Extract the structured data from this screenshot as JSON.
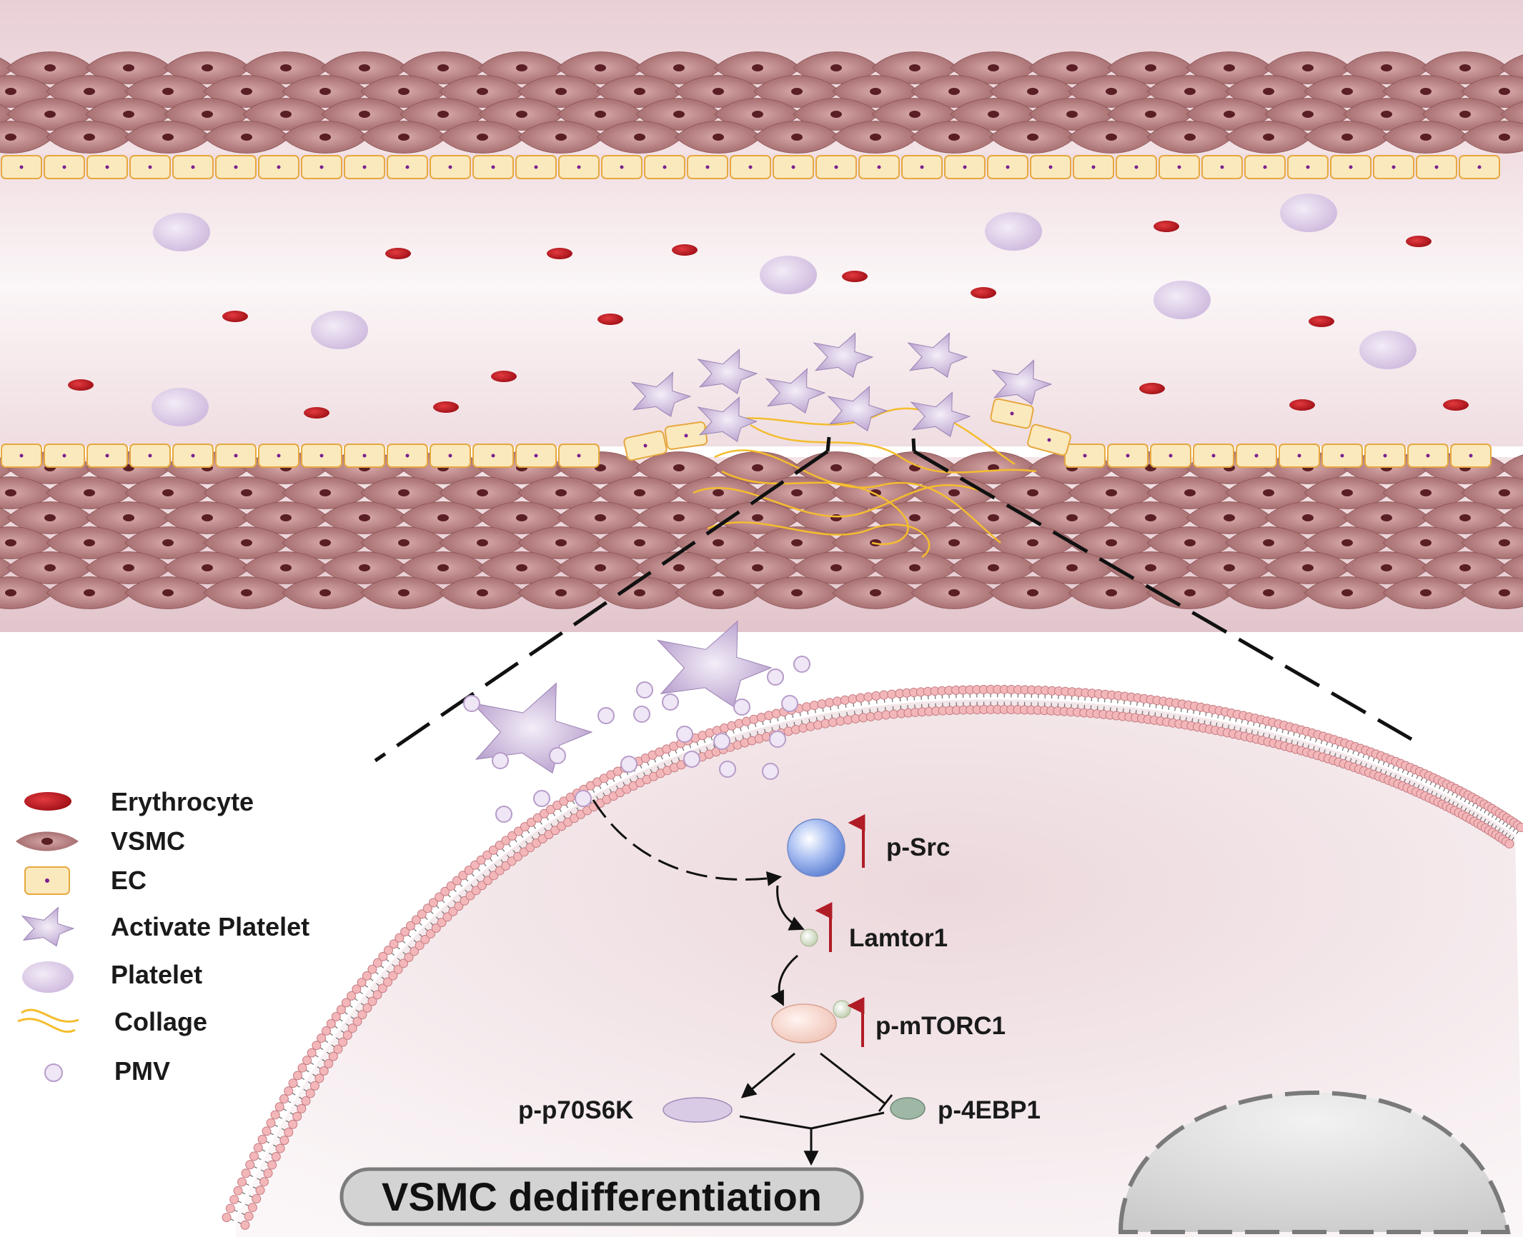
{
  "legend": {
    "items": [
      {
        "key": "erythrocyte",
        "label": "Erythrocyte"
      },
      {
        "key": "vsmc",
        "label": "VSMC"
      },
      {
        "key": "ec",
        "label": "EC"
      },
      {
        "key": "activated_platelet",
        "label": "Activate Platelet"
      },
      {
        "key": "platelet",
        "label": "Platelet"
      },
      {
        "key": "collagen",
        "label": "Collage"
      },
      {
        "key": "pmv",
        "label": "PMV"
      }
    ]
  },
  "pathway": {
    "src": "p-Src",
    "lamtor1": "Lamtor1",
    "mtorc1": "p-mTORC1",
    "p70s6k": "p-p70S6K",
    "ebp1": "p-4EBP1",
    "outcome": "VSMC dedifferentiation"
  },
  "colors": {
    "vessel_wall": "#e6ccd2",
    "lumen": "#f7eef0",
    "vsmc": "#a26a6c",
    "erythrocyte": "#c0141c",
    "ec": "#fbe9be",
    "platelet": "#d9c8e6",
    "collagen": "#f4bd2e",
    "up_arrow": "#b01c26",
    "membrane_head": "#f3b7ba"
  }
}
